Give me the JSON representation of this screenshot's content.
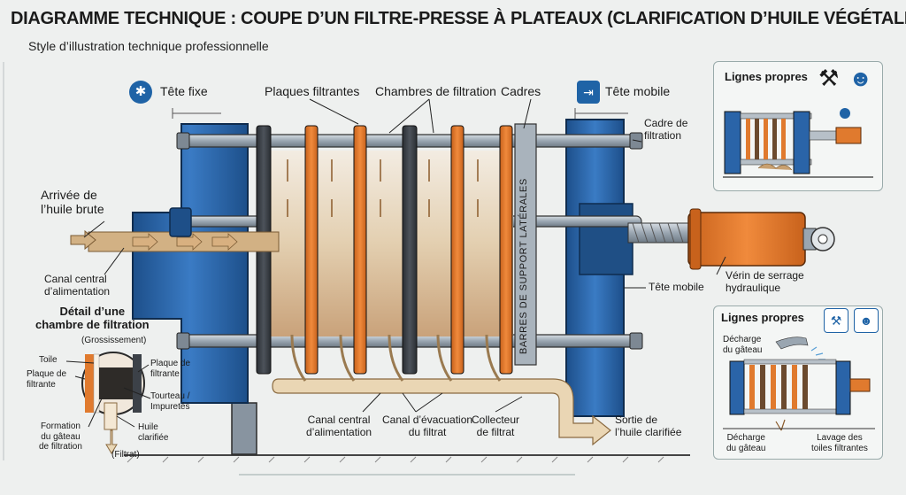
{
  "title": "DIAGRAMME TECHNIQUE : COUPE D’UN FILTRE-PRESSE À PLATEAUX (CLARIFICATION D’HUILE VÉGÉTALE)",
  "subtitle": "Style d’illustration technique professionnelle",
  "labels": {
    "tete_fixe": "Tête fixe",
    "plaques_filtrantes": "Plaques filtrantes",
    "chambres_filtration": "Chambres de filtration",
    "cadres": "Cadres",
    "tete_mobile_top": "Tête mobile",
    "cadre_filtration_1": "Cadre de",
    "cadre_filtration_2": "filtration",
    "arrivee_1": "Arrivée de",
    "arrivee_2": "l’huile brute",
    "canal_central_left_1": "Canal central",
    "canal_central_left_2": "d’alimentation",
    "barres_support": "BARRES DE SUPPORT LATÉRALES",
    "tete_mobile_right": "Tête mobile",
    "verin_1": "Vérin de serrage",
    "verin_2": "hydraulique",
    "canal_central_bottom_1": "Canal central",
    "canal_central_bottom_2": "d’alimentation",
    "canal_evac_1": "Canal d’évacuation",
    "canal_evac_2": "du filtrat",
    "collecteur_1": "Collecteur",
    "collecteur_2": "de filtrat",
    "sortie_1": "Sortie de",
    "sortie_2": "l’huile clarifiée"
  },
  "detail": {
    "title_1": "Détail d’une",
    "title_2": "chambre de filtration",
    "subtitle": "(Grossissement)",
    "toile": "Toile",
    "plaque_left_1": "Plaque de",
    "plaque_left_2": "filtrante",
    "plaque_right_1": "Plaque de",
    "plaque_right_2": "filtrante",
    "tourteau_1": "Tourteau /",
    "tourteau_2": "Impuretés",
    "formation_1": "Formation",
    "formation_2": "du gâteau",
    "formation_3": "de filtration",
    "huile_1": "Huile",
    "huile_2": "clarifiée",
    "filtrat": "(Filtrat)"
  },
  "panel_top": {
    "title": "Lignes propres"
  },
  "panel_bottom": {
    "title": "Lignes propres",
    "decharge_top_1": "Décharge",
    "decharge_top_2": "du gâteau",
    "decharge_bot_1": "Décharge",
    "decharge_bot_2": "du gâteau",
    "lavage_1": "Lavage des",
    "lavage_2": "toiles filtrantes"
  },
  "icons": [
    "wrench-icon",
    "hydraulic-icon",
    "tools-icon",
    "worker-icon"
  ],
  "colors": {
    "frame_blue": "#2a64a8",
    "plate_orange": "#e07a2e",
    "plate_dark": "#3b3f46",
    "oil": "#d9b48a",
    "steel": "#a7b1ba"
  }
}
